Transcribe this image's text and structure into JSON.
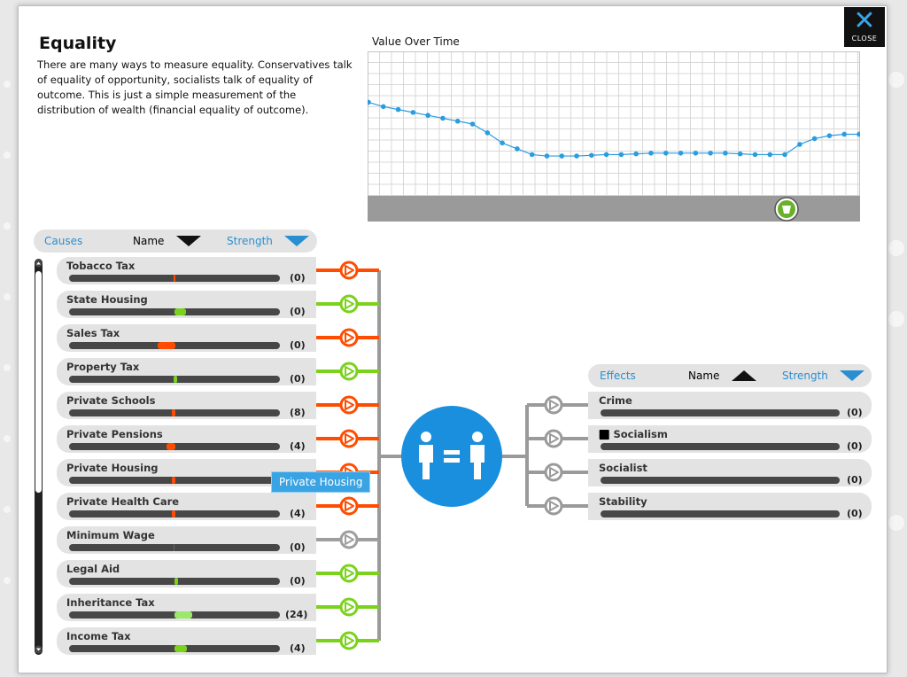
{
  "close": {
    "label": "CLOSE"
  },
  "policy": {
    "title": "Equality",
    "description": "There are many ways to measure equality. Conservatives talk of equality of opportunity, socialists talk of equality of outcome. This is just a simple measurement of the distribution of wealth (financial equality of outcome)."
  },
  "graph": {
    "label": "Value Over Time",
    "values": [
      0.65,
      0.62,
      0.6,
      0.58,
      0.56,
      0.54,
      0.52,
      0.5,
      0.44,
      0.37,
      0.33,
      0.29,
      0.28,
      0.28,
      0.28,
      0.285,
      0.29,
      0.29,
      0.295,
      0.3,
      0.3,
      0.3,
      0.3,
      0.3,
      0.3,
      0.295,
      0.29,
      0.29,
      0.29,
      0.36,
      0.4,
      0.42,
      0.43,
      0.43
    ]
  },
  "causes_header": {
    "causes": "Causes",
    "name": "Name",
    "strength": "Strength"
  },
  "effects_header": {
    "effects": "Effects",
    "name": "Name",
    "strength": "Strength"
  },
  "colors": {
    "negative": "#ff4c00",
    "positive": "#7bd21c",
    "neutral": "#9e9e9e",
    "accent": "#1a8fdd"
  },
  "causes": [
    {
      "name": "Tobacco Tax",
      "value": "(0)",
      "effect": "negative"
    },
    {
      "name": "State Housing",
      "value": "(0)",
      "effect": "positive"
    },
    {
      "name": "Sales Tax",
      "value": "(0)",
      "effect": "negative"
    },
    {
      "name": "Property Tax",
      "value": "(0)",
      "effect": "positive"
    },
    {
      "name": "Private Schools",
      "value": "(8)",
      "effect": "negative"
    },
    {
      "name": "Private Pensions",
      "value": "(4)",
      "effect": "negative"
    },
    {
      "name": "Private Housing",
      "value": "",
      "effect": "negative"
    },
    {
      "name": "Private Health Care",
      "value": "(4)",
      "effect": "negative"
    },
    {
      "name": "Minimum Wage",
      "value": "(0)",
      "effect": "neutral"
    },
    {
      "name": "Legal Aid",
      "value": "(0)",
      "effect": "positive"
    },
    {
      "name": "Inheritance Tax",
      "value": "(24)",
      "effect": "positive"
    },
    {
      "name": "Income Tax",
      "value": "(4)",
      "effect": "positive"
    }
  ],
  "effects": [
    {
      "name": "Crime",
      "value": "(0)",
      "icon": ""
    },
    {
      "name": "Socialism",
      "value": "(0)",
      "icon": "people-group-icon"
    },
    {
      "name": "Socialist",
      "value": "(0)",
      "icon": ""
    },
    {
      "name": "Stability",
      "value": "(0)",
      "icon": ""
    }
  ],
  "tooltip": {
    "text": "Private Housing"
  }
}
